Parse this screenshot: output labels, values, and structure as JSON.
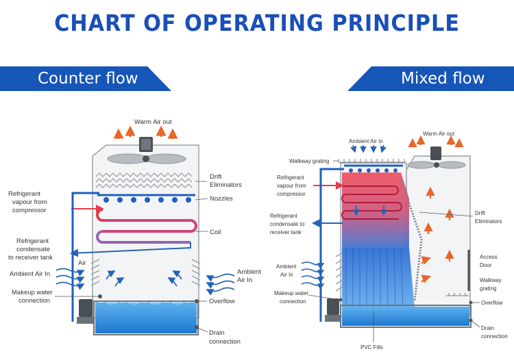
{
  "title": "CHART OF OPERATING PRINCIPLE",
  "banners": {
    "left": "Counter flow",
    "right": "Mixed flow"
  },
  "colors": {
    "brand": "#1656b8",
    "water": "#2f8fe0",
    "refrigerant": "#e23b4a",
    "airflow": "#2563b5",
    "warm_air": "#e8662a"
  },
  "counter": {
    "warm_air_out": "Warm Air out",
    "drift_1": "Drift",
    "drift_2": "Eliminators",
    "nozzles": "Nozzles",
    "refrig_vapour_1": "Refrigerant",
    "refrig_vapour_2": "vapour  from",
    "refrig_vapour_3": "compressor",
    "coil": "Coil",
    "condensate_1": "Refrigerant",
    "condensate_2": "condensate",
    "condensate_3": "to receiver tank",
    "air": "Air",
    "ambient_left": "Ambient Air In",
    "ambient_right_1": "Ambient",
    "ambient_right_2": "Air In",
    "makeup_1": "Makeup water",
    "makeup_2": "connection",
    "overflow": "Overflow",
    "drain_1": "Drain",
    "drain_2": "connection"
  },
  "mixed": {
    "ambient_air_in": "Ambient Air In",
    "walkway_grating": "Walkway grating",
    "warm_air_out": "Warm Air out",
    "refrig_vapour_1": "Refrigerant",
    "refrig_vapour_2": "vapour from",
    "refrig_vapour_3": "compressor",
    "condensate_1": "Refrigerant",
    "condensate_2": "condensate to",
    "condensate_3": "receiver tank",
    "drift_1": "Drift",
    "drift_2": "Eliminators",
    "ambient_1": "Ambient",
    "ambient_2": "Air In",
    "access_1": "Access",
    "access_2": "Door",
    "walkway_1": "Walkway",
    "walkway_2": "grating",
    "makeup_1": "Makeup water",
    "makeup_2": "connection",
    "overflow": "Overflow",
    "drain_1": "Drain",
    "drain_2": "connection",
    "pvc_fills": "PVC Fills"
  }
}
